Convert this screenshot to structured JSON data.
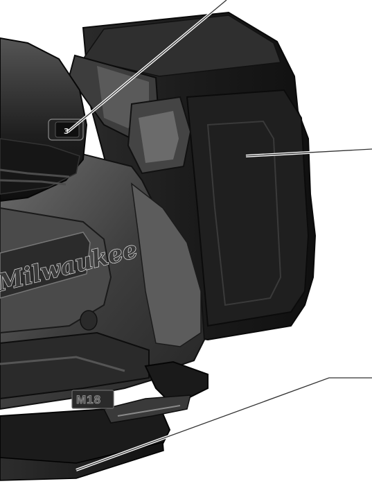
{
  "dial": {
    "setting": "3"
  },
  "branding": {
    "wordmark": "Milwaukee",
    "logo": "M18"
  },
  "colors": {
    "background": "#ffffff",
    "body_dark": "#1c1c1c",
    "body_mid": "#3b3b3b",
    "body_light": "#6a6a6a",
    "callout_line": "#333333"
  }
}
